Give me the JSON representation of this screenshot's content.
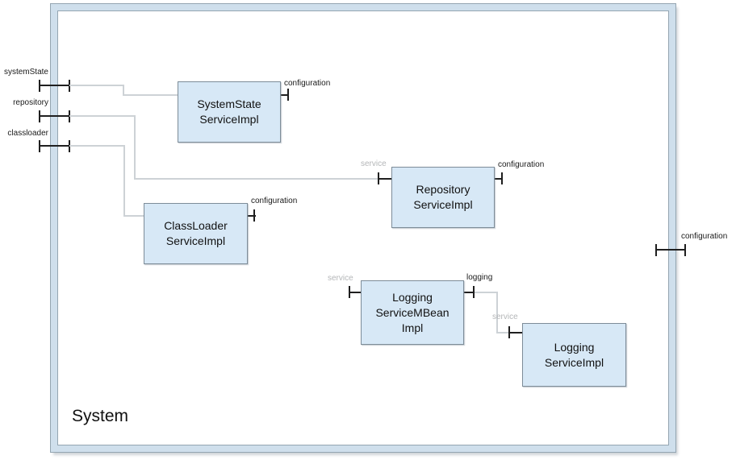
{
  "system": {
    "title": "System"
  },
  "frame_ports": {
    "system_state": "systemState",
    "repository": "repository",
    "classloader": "classloader",
    "configuration": "configuration"
  },
  "components": {
    "system_state": {
      "name": "SystemState\nServiceImpl"
    },
    "repository": {
      "name": "Repository\nServiceImpl"
    },
    "class_loader": {
      "name": "ClassLoader\nServiceImpl"
    },
    "logging_mbean": {
      "name": "Logging\nServiceMBean\nImpl"
    },
    "logging": {
      "name": "Logging\nServiceImpl"
    }
  },
  "port_labels": {
    "system_state_configuration": "configuration",
    "repository_service": "service",
    "repository_configuration": "configuration",
    "class_loader_configuration": "configuration",
    "logging_mbean_service": "service",
    "logging_mbean_logging": "logging",
    "logging_service": "service"
  },
  "colors": {
    "component_fill": "#d7e8f6",
    "component_border": "#7d8c98",
    "frame_band": "#cfdfec",
    "frame_outline": "#94a5b1",
    "connector_gray": "#cdd2d6",
    "port_black": "#1f1f1f",
    "muted_label": "#b4b6b8"
  }
}
